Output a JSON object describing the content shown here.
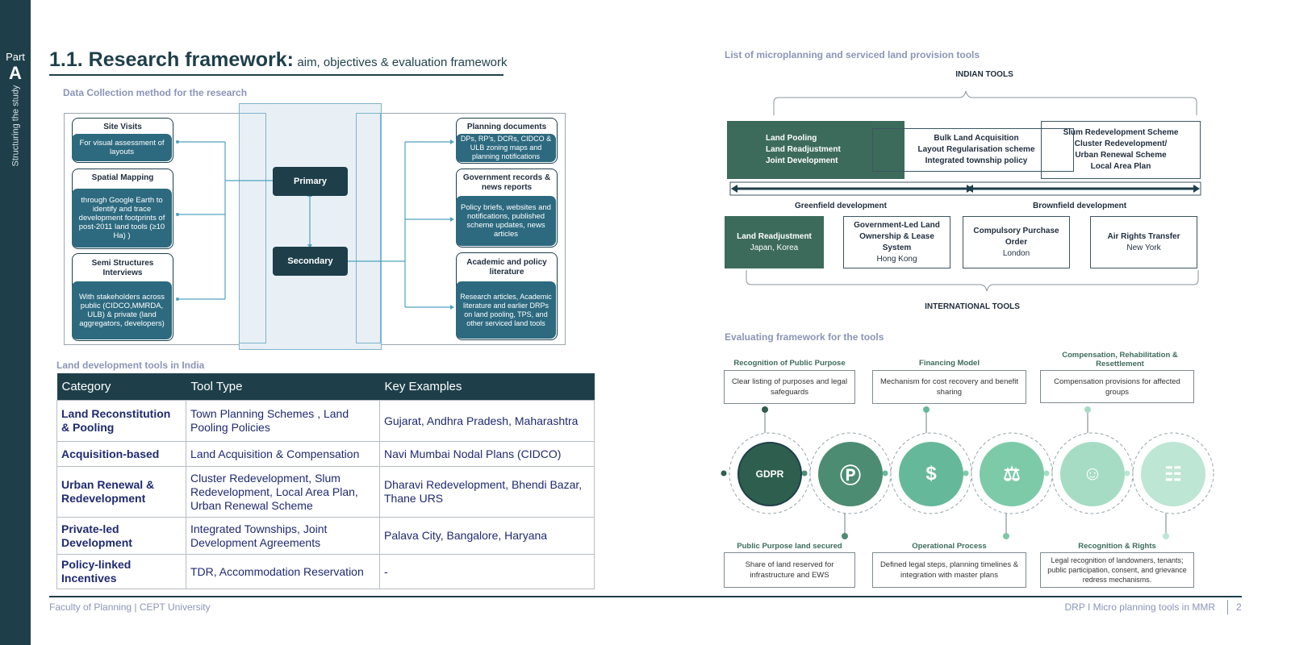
{
  "sidebar": {
    "part_label": "Part",
    "part_letter": "A",
    "vertical_text": "Structuring the study"
  },
  "header": {
    "title_main": "1.1. Research framework:",
    "title_sub": "aim, objectives & evaluation framework"
  },
  "data_collection": {
    "label": "Data Collection method for the research",
    "primary_cards": [
      {
        "head": "Site Visits",
        "body": "For visual assessment of layouts"
      },
      {
        "head": "Spatial Mapping",
        "body": "through Google Earth to identify and trace development footprints of post-2011 land tools (≥10 Ha) )"
      },
      {
        "head": "Semi Structures Interviews",
        "body": "With stakeholders across public (CIDCO,MMRDA, ULB) & private (land aggregators, developers)"
      }
    ],
    "primary_label": "Primary",
    "secondary_label": "Secondary",
    "secondary_cards": [
      {
        "head": "Planning documents",
        "body": "DPs, RP’s, DCRs, CIDCO & ULB zoning maps and planning notifications"
      },
      {
        "head": "Government records & news reports",
        "body": "Policy briefs, websites and notifications, published scheme updates, news articles"
      },
      {
        "head": "Academic and policy literature",
        "body": "Research articles, Academic literature and earlier DRPs on land pooling, TPS, and other serviced land tools"
      }
    ]
  },
  "land_tools": {
    "label": "Land development tools in India",
    "headers": [
      "Category",
      "Tool Type",
      "Key Examples"
    ],
    "rows": [
      [
        "Land Reconstitution & Pooling",
        "Town Planning Schemes , Land Pooling Policies",
        "Gujarat, Andhra Pradesh, Maharashtra"
      ],
      [
        "Acquisition-based",
        "Land Acquisition & Compensation",
        "Navi Mumbai Nodal Plans (CIDCO)"
      ],
      [
        "Urban Renewal & Redevelopment",
        "Cluster Redevelopment, Slum Redevelopment, Local Area Plan, Urban Renewal Scheme",
        "Dharavi Redevelopment, Bhendi Bazar, Thane URS"
      ],
      [
        "Private-led Development",
        "Integrated Townships, Joint Development Agreements",
        "Palava City, Bangalore, Haryana"
      ],
      [
        "Policy-linked Incentives",
        "TDR, Accommodation Reservation",
        "-"
      ]
    ]
  },
  "micro_tools": {
    "label": "List of microplanning and serviced land provision tools",
    "indian_label": "INDIAN TOOLS",
    "international_label": "INTERNATIONAL TOOLS",
    "indian_groups": [
      [
        "Land Pooling",
        "Land Readjustment",
        "Joint Development"
      ],
      [
        "Bulk Land Acquisition",
        "Layout Regularisation scheme",
        "Integrated township policy"
      ],
      [
        "Slum Redevelopment Scheme",
        "Cluster Redevelopment/",
        "Urban Renewal Scheme",
        "Local Area Plan"
      ]
    ],
    "greenfield_label": "Greenfield development",
    "brownfield_label": "Brownfield  development",
    "international": [
      {
        "name": "Land Readjustment",
        "place": "Japan, Korea"
      },
      {
        "name": "Government-Led Land Ownership & Lease System",
        "place": "Hong Kong"
      },
      {
        "name": "Compulsory Purchase Order",
        "place": "London"
      },
      {
        "name": "Air Rights Transfer",
        "place": "New York"
      }
    ]
  },
  "evaluation": {
    "label": "Evaluating framework for the tools",
    "top": [
      {
        "head": "Recognition of Public Purpose",
        "body": "Clear listing of purposes and legal safeguards"
      },
      {
        "head": "Financing Model",
        "body": "Mechanism for cost recovery and benefit sharing"
      },
      {
        "head": "Compensation, Rehabilitation & Resettlement",
        "body": "Compensation provisions for affected groups"
      }
    ],
    "bottom": [
      {
        "head": "Public Purpose land secured",
        "body": "Share of land reserved for infrastructure and EWS"
      },
      {
        "head": "Operational Process",
        "body": "Defined legal steps, planning timelines & integration with master plans"
      },
      {
        "head": "Recognition & Rights",
        "body": "Legal recognition of landowners, tenants; public participation, consent, and grievance redress mechanisms."
      }
    ],
    "icon_text": "GDPR",
    "colors": [
      "#2e5e4e",
      "#4c8c72",
      "#66b89a",
      "#7dcaa9",
      "#a6dcc4",
      "#bde6d4"
    ]
  },
  "footer": {
    "left": "Faculty of Planning | CEPT University",
    "right": "DRP I Micro planning tools in MMR",
    "page": "2"
  }
}
